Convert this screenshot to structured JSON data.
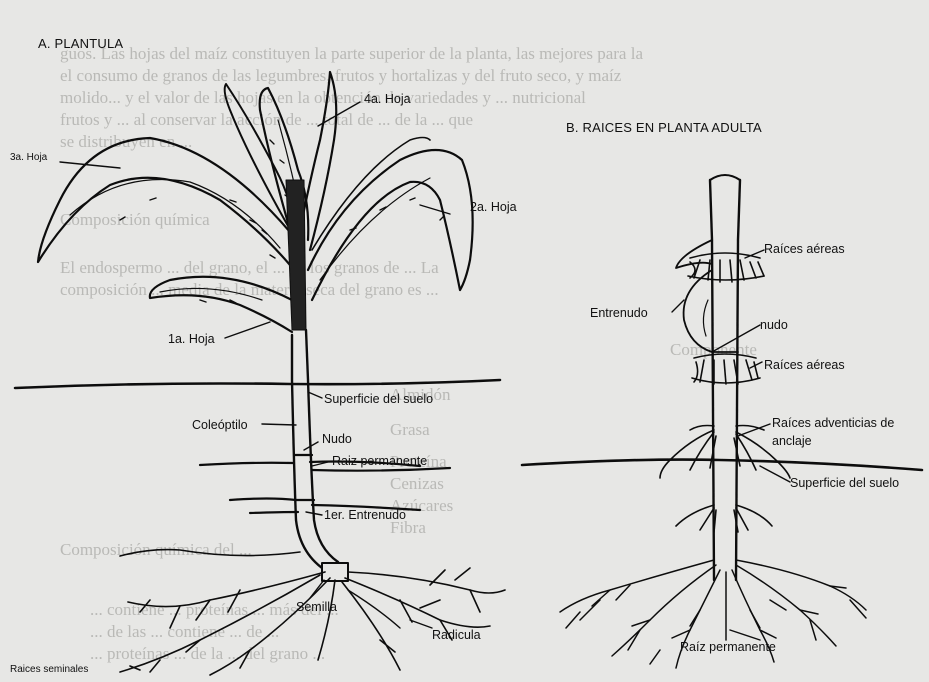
{
  "plantula": {
    "title": "A. PLANTULA",
    "labels": {
      "hoja4": "4a. Hoja",
      "hoja3": "3a. Hoja",
      "hoja2": "2a. Hoja",
      "hoja1": "1a. Hoja",
      "superficie": "Superficie del suelo",
      "coleoptilo": "Coleóptilo",
      "nudo": "Nudo",
      "raiz_permanente": "Raiz permanente",
      "entrenudo": "1er. Entrenudo",
      "semilla": "Semilla",
      "radicula": "Radicula",
      "raices_seminales": "Raices seminales"
    }
  },
  "adulta": {
    "title": "B. RAICES EN PLANTA ADULTA",
    "labels": {
      "raices_aereas_1": "Raíces aéreas",
      "entrenudo": "Entrenudo",
      "nudo": "nudo",
      "raices_aereas_2": "Raíces aéreas",
      "adventicias_1": "Raíces adventicias de",
      "adventicias_2": "anclaje",
      "superficie": "Superficie del suelo",
      "raiz_permanente": "Raíz permanente"
    }
  },
  "background_text": [
    "guos. Las hojas del maíz constituyen la parte superior de la planta, las mejores para la",
    "el consumo de granos de las legumbres, frutos y hortalizas y del fruto seco, y maíz",
    "molido... y el valor de las hojas en la obtención de variedades y ... nutricional",
    "frutos y ... al conservar la acción de ... total de ... de la ... que",
    "se distribuyen en ...",
    "Composición química",
    "El endospermo ... del grano, el ... de los granos de ... La",
    "composición ... media de la materia seca del grano es ...",
    "Componente",
    "Almidón",
    "Grasa",
    "Proteína",
    "Cenizas",
    "Azúcares",
    "Fibra",
    "Composición química del ...",
    "... contiene ... proteínas ... más del ...",
    "... de las ... contiene ... de ...",
    "... proteínas ... de la ... del grano ..."
  ]
}
